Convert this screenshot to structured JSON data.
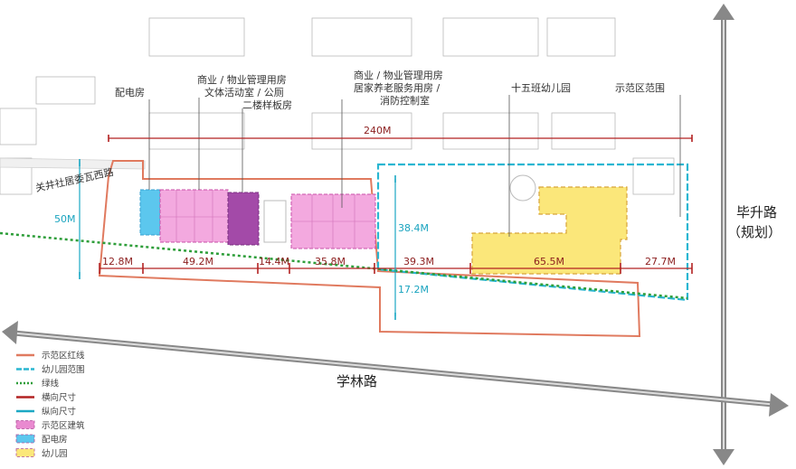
{
  "labels": {
    "power_room": "配电房",
    "commerce_1_line1": "商业 / 物业管理用房",
    "commerce_1_line2": "文体活动室 / 公厕",
    "sample_room": "二楼样板房",
    "commerce_2_line1": "商业 / 物业管理用房",
    "commerce_2_line2": "居家养老服务用房 /",
    "commerce_2_line3": "消防控制室",
    "kindergarten": "十五班幼儿园",
    "demo_area": "示范区范围",
    "side_road": "关井社居委瓦西路"
  },
  "dimensions": {
    "total_width": "240M",
    "depth_left": "50M",
    "depth_kg": "38.4M",
    "depth_south": "17.2M",
    "seg_1": "12.8M",
    "seg_2": "49.2M",
    "seg_3": "14.4M",
    "seg_4": "35.8M",
    "seg_5": "39.3M",
    "seg_6": "65.5M",
    "seg_7": "27.7M"
  },
  "roads": {
    "east_line1": "毕升路",
    "east_line2": "（规划）",
    "south": "学林路"
  },
  "legend": [
    {
      "label": "示范区红线",
      "color": "#e07a5f",
      "style": "solid"
    },
    {
      "label": "幼儿园范围",
      "color": "#29b6d1",
      "style": "dashed"
    },
    {
      "label": "绿线",
      "color": "#2e9e3a",
      "style": "dotted"
    },
    {
      "label": "横向尺寸",
      "color": "#b22222",
      "style": "solid"
    },
    {
      "label": "纵向尺寸",
      "color": "#1ba8c4",
      "style": "solid"
    },
    {
      "label": "示范区建筑",
      "color": "#e98ad0",
      "style": "fill-dashed"
    },
    {
      "label": "配电房",
      "color": "#5cc7ee",
      "style": "fill-dashed"
    },
    {
      "label": "幼儿园",
      "color": "#fbe77a",
      "style": "fill-dashed"
    }
  ],
  "colors": {
    "red_line": "#e07a5f",
    "kg_range": "#29b6d1",
    "green_line": "#2e9e3a",
    "h_dim": "#b22222",
    "v_dim": "#1ba8c4",
    "building_pink": "#f3a9df",
    "building_purple": "#a34aa8",
    "power_blue": "#5cc7ee",
    "kindergarten_yellow": "#fbe77a"
  }
}
